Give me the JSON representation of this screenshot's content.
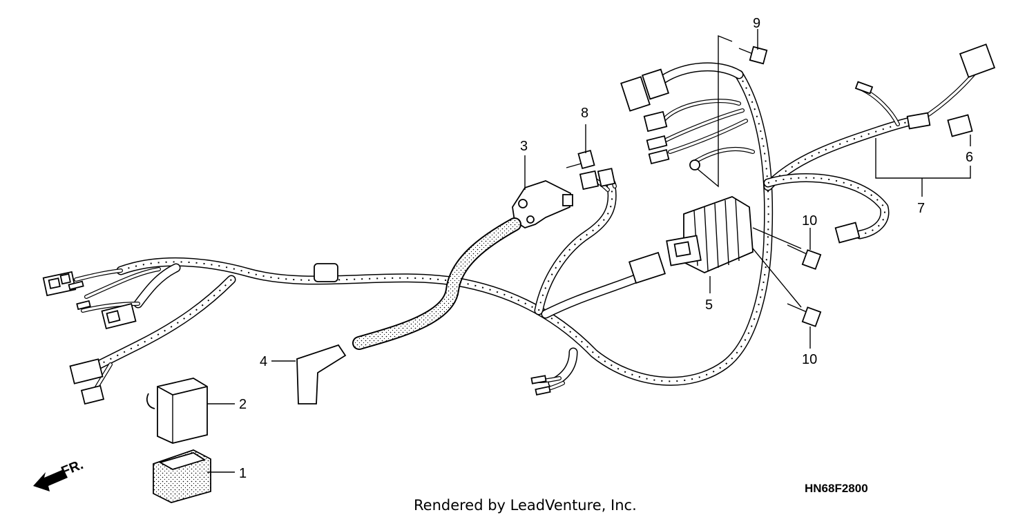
{
  "diagram": {
    "callouts": [
      {
        "id": "1",
        "text": "1"
      },
      {
        "id": "2",
        "text": "2"
      },
      {
        "id": "3",
        "text": "3"
      },
      {
        "id": "4",
        "text": "4"
      },
      {
        "id": "5",
        "text": "5"
      },
      {
        "id": "6",
        "text": "6"
      },
      {
        "id": "7",
        "text": "7"
      },
      {
        "id": "8",
        "text": "8"
      },
      {
        "id": "9",
        "text": "9"
      },
      {
        "id": "10a",
        "text": "10"
      },
      {
        "id": "10b",
        "text": "10"
      }
    ],
    "direction_label": "FR.",
    "diagram_code": "HN68F2800",
    "credit": "Rendered by LeadVenture, Inc."
  }
}
